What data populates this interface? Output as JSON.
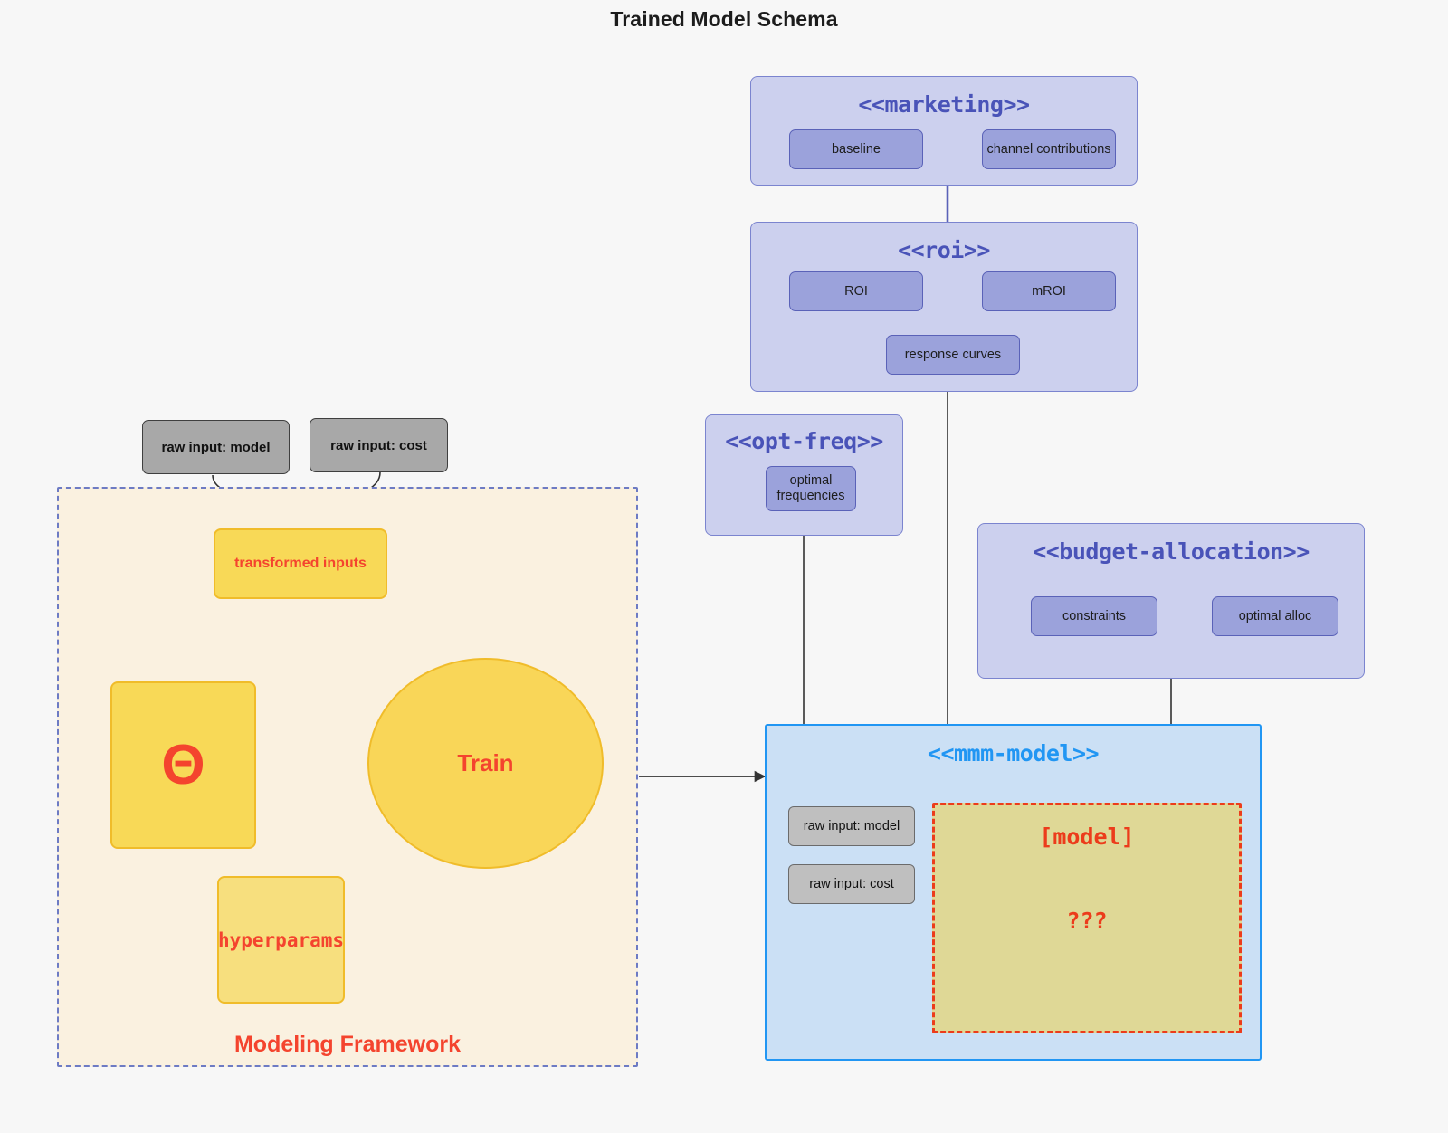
{
  "title": "Trained Model Schema",
  "colors": {
    "background": "#f7f7f7",
    "package_fill": "#ccd0ee",
    "package_border": "#7b84cf",
    "package_title": "#4953b8",
    "package_node_fill": "#9ba2db",
    "package_node_border": "#5a62b8",
    "mmm_fill": "#cbe0f5",
    "mmm_border": "#2196f3",
    "mmm_title": "#2196f3",
    "framework_fill": "#faf1e0",
    "framework_border": "#6d7bc4",
    "accent_red": "#f4442e",
    "yellow_fill": "#f8d957",
    "yellow_light_fill": "#f7df7e",
    "yellow_border": "#f0bc2a",
    "gray_fill": "#a8a8a8",
    "gray_border": "#3f3f3f",
    "model_box_fill": "#dfd896",
    "model_box_border": "#ec3c1b"
  },
  "packages": {
    "marketing": {
      "title": "<<marketing>>",
      "nodes": [
        {
          "label": "baseline"
        },
        {
          "label": "channel contributions"
        }
      ]
    },
    "roi": {
      "title": "<<roi>>",
      "nodes": [
        {
          "label": "ROI"
        },
        {
          "label": "mROI"
        },
        {
          "label": "response curves"
        }
      ]
    },
    "opt_freq": {
      "title": "<<opt-freq>>",
      "nodes": [
        {
          "label": "optimal\nfrequencies"
        }
      ]
    },
    "budget_allocation": {
      "title": "<<budget-allocation>>",
      "nodes": [
        {
          "label": "constraints"
        },
        {
          "label": "optimal alloc"
        }
      ]
    },
    "mmm_model": {
      "title": "<<mmm-model>>",
      "inputs": [
        {
          "label": "raw input: model"
        },
        {
          "label": "raw input: cost"
        }
      ],
      "model_box": {
        "label": "[model]",
        "unknown": "???"
      }
    }
  },
  "raw_inputs": [
    {
      "label": "raw input: model"
    },
    {
      "label": "raw input: cost"
    }
  ],
  "modeling_framework": {
    "label": "Modeling Framework",
    "transformed_inputs": "transformed inputs",
    "theta": "Θ",
    "hyperparams": "hyperparams",
    "train": "Train"
  }
}
